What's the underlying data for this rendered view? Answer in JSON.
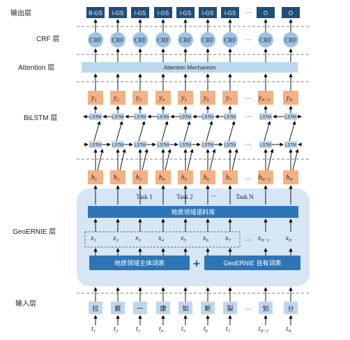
{
  "layer_labels": {
    "output": "输出层",
    "crf": "CRF 层",
    "attention": "Attention 层",
    "bilstm": "BiLSTM 层",
    "geoernie": "GeoERNIE 层",
    "input": "输入层"
  },
  "output_tags": [
    "B-GS",
    "I-GS",
    "I-GS",
    "I-GS",
    "I-GS",
    "I-GS",
    "I-GS",
    "O",
    "O"
  ],
  "crf_label": "CRF",
  "attention_label": "Attention Mechanism",
  "lstm_label": "LSTM",
  "ellipsis": "···",
  "y_labels": [
    "y",
    "y",
    "y",
    "y",
    "y",
    "y",
    "y",
    "y",
    "y"
  ],
  "y_subs": [
    "1",
    "2",
    "3",
    "4",
    "5",
    "6",
    "7",
    "N−1",
    "N"
  ],
  "h_labels": [
    "h",
    "h",
    "h",
    "h",
    "h",
    "h",
    "h",
    "h",
    "h"
  ],
  "h_subs": [
    "1",
    "2",
    "3",
    "4",
    "5",
    "6",
    "7",
    "N−1",
    "N"
  ],
  "tasks": [
    "Task 1",
    "Task 2",
    "Task N"
  ],
  "corpus_label": "地质领域语料库",
  "x_labels": [
    "x",
    "x",
    "x",
    "x",
    "x",
    "x",
    "x",
    "x",
    "x"
  ],
  "x_subs": [
    "1",
    "2",
    "3",
    "4",
    "5",
    "6",
    "7",
    "N−1",
    "N"
  ],
  "entity_vocab_label": "地质领域主体词表",
  "plus": "+",
  "own_vocab_label": "GeoERNIE 自有词表",
  "input_chars": [
    "拉",
    "薮",
    "一",
    "康",
    "如",
    "断",
    "裂",
    "划",
    "分"
  ],
  "t_labels": [
    "t",
    "t",
    "t",
    "t",
    "t",
    "t",
    "t",
    "t",
    "t"
  ],
  "t_subs": [
    "1",
    "2",
    "3",
    "4",
    "5",
    "6",
    "7",
    "N−1",
    "N"
  ],
  "colors": {
    "output_box": "#1f4e79",
    "crf_circle": "#9dc3e6",
    "attention_bar": "#bdd7ee",
    "y_box": "#f4b183",
    "lstm_box": "#bdd7ee",
    "h_box": "#f4b183",
    "geoernie_panel": "#d6e6f5",
    "corpus_bar": "#2e75b6",
    "input_box": "#bdd7ee"
  }
}
